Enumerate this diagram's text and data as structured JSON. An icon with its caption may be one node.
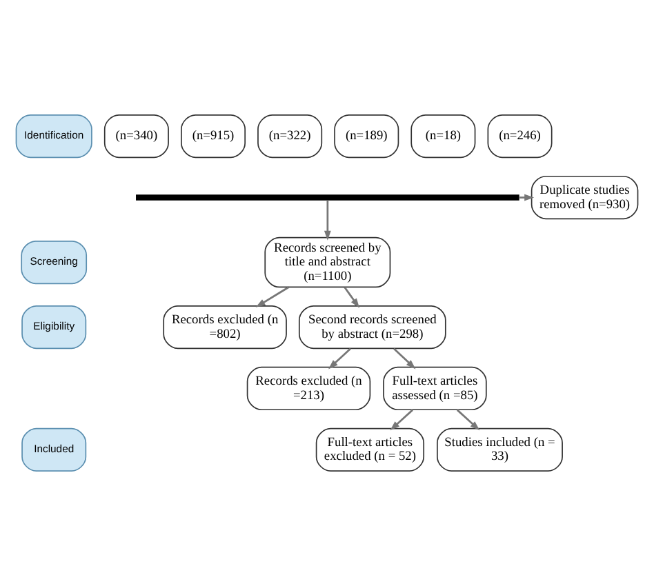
{
  "diagram": {
    "nodes": [
      {
        "text": [
          "Identification"
        ]
      },
      {
        "text": [
          "Screening"
        ]
      },
      {
        "text": [
          "Eligibility"
        ]
      },
      {
        "text": [
          "Included"
        ]
      },
      {
        "text": [
          "(n=340)"
        ]
      },
      {
        "text": [
          "(n=915)"
        ]
      },
      {
        "text": [
          "(n=322)"
        ]
      },
      {
        "text": [
          "(n=189)"
        ]
      },
      {
        "text": [
          "(n=18)"
        ]
      },
      {
        "text": [
          "(n=246)"
        ]
      },
      {
        "text": [],
        "shape": "bar"
      },
      {
        "text": [
          "Duplicate studies removed (n=930)"
        ]
      },
      {
        "text": [
          "Records screened by title and abstract (n=1100)"
        ]
      },
      {
        "text": [
          "Records excluded (n =802)"
        ]
      },
      {
        "text": [
          "Second records screened by abstract (n=298)"
        ]
      },
      {
        "text": [
          "Records excluded (n =213)"
        ]
      },
      {
        "text": [
          "Full-text articles assessed (n =85)"
        ]
      },
      {
        "text": [
          "Full-text articles excluded (n = 52)"
        ]
      },
      {
        "text": [
          "Studies included (n = 33)"
        ]
      }
    ],
    "edges": [
      {
        "from": 10,
        "to": 11,
        "arrow": "to"
      },
      {
        "from": 10,
        "to": 12,
        "arrow": "to"
      },
      {
        "from": 12,
        "to": 13,
        "arrow": "to"
      },
      {
        "from": 12,
        "to": 14,
        "arrow": "to"
      },
      {
        "from": 14,
        "to": 15,
        "arrow": "to"
      },
      {
        "from": 14,
        "to": 16,
        "arrow": "to"
      },
      {
        "from": 16,
        "to": 17,
        "arrow": "to"
      },
      {
        "from": 16,
        "to": 18,
        "arrow": "to"
      }
    ]
  }
}
